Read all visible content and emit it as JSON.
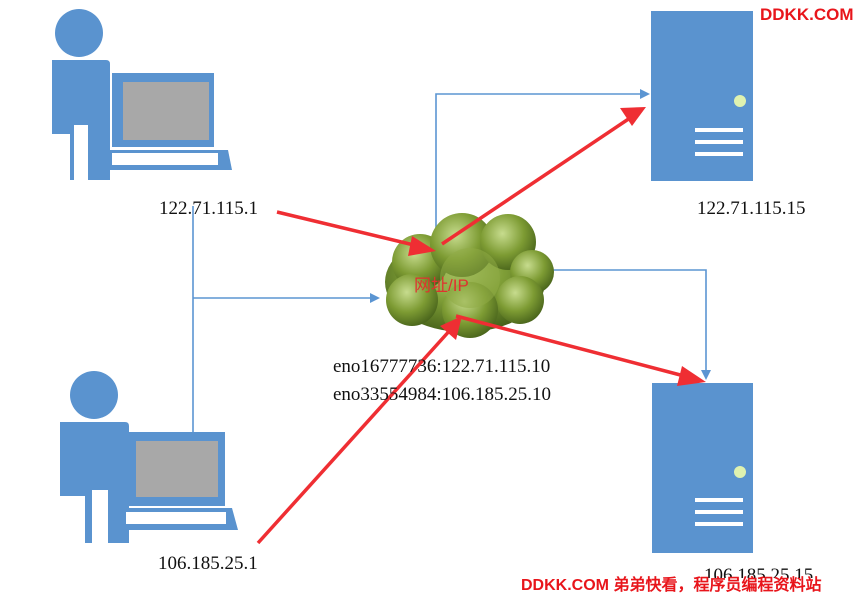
{
  "watermark_top": "DDKK.COM",
  "watermark_bottom": "DDKK.COM 弟弟快看，程序员编程资料站",
  "client_top": {
    "ip": "122.71.115.1"
  },
  "client_bottom": {
    "ip": "106.185.25.1"
  },
  "router": {
    "label": "网址/IP",
    "interfaces": [
      "eno16777736:122.71.115.10",
      "eno33554984:106.185.25.10"
    ]
  },
  "server_top": {
    "ip": "122.71.115.15"
  },
  "server_bottom": {
    "ip": "106.185.25.15"
  },
  "colors": {
    "icon_blue": "#5a93cf",
    "line_blue": "#5b95d2",
    "arrow_red": "#ef2e33",
    "cloud_green": "#6e8e2c"
  }
}
